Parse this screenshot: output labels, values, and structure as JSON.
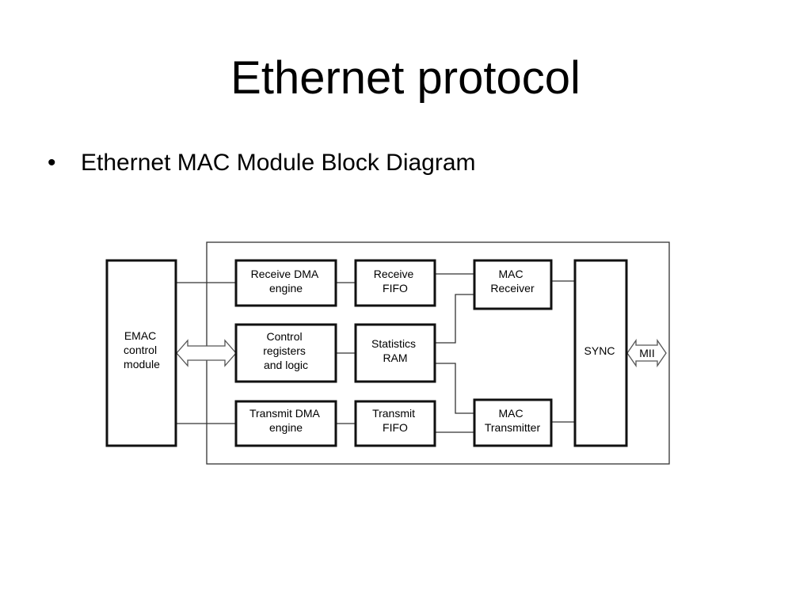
{
  "slide": {
    "title": "Ethernet protocol",
    "bullet": "Ethernet MAC Module Block Diagram"
  },
  "diagram": {
    "emac": [
      "EMAC",
      "control",
      "module"
    ],
    "receive_dma": [
      "Receive DMA",
      "engine"
    ],
    "control_regs": [
      "Control",
      "registers",
      "and logic"
    ],
    "transmit_dma": [
      "Transmit DMA",
      "engine"
    ],
    "receive_fifo": [
      "Receive",
      "FIFO"
    ],
    "stats_ram": [
      "Statistics",
      "RAM"
    ],
    "transmit_fifo": [
      "Transmit",
      "FIFO"
    ],
    "mac_receiver": [
      "MAC",
      "Receiver"
    ],
    "mac_transmitter": [
      "MAC",
      "Transmitter"
    ],
    "sync": [
      "SYNC"
    ],
    "mii": [
      "MII"
    ]
  }
}
